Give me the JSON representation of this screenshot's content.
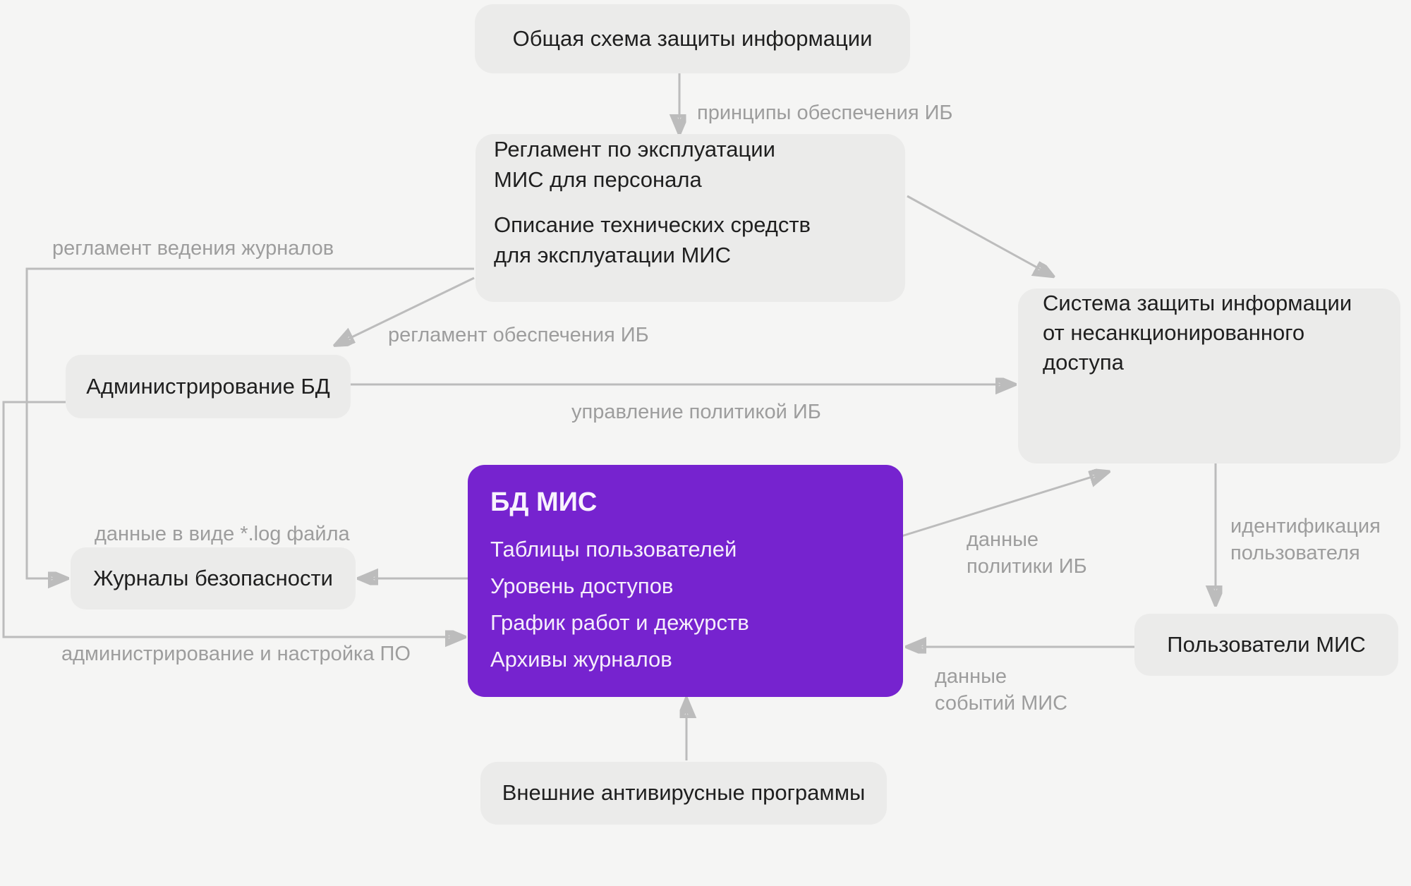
{
  "colors": {
    "background": "#f5f5f4",
    "node_background": "#ebebea",
    "accent_purple": "#7623cf",
    "accent_text": "#f5edfb",
    "edge_line": "#bcbcbc",
    "edge_label_text": "#9d9d9d",
    "node_text": "#1f1f1f"
  },
  "nodes": {
    "general": {
      "label": "Общая схема защиты информации"
    },
    "reglament": {
      "para1": [
        "Регламент по эксплуатации",
        "МИС для персонала"
      ],
      "para2": [
        "Описание технических средств",
        "для эксплуатации МИС"
      ]
    },
    "admin_db": {
      "label": "Администрирование БД"
    },
    "protection": {
      "lines": [
        "Система защиты информации",
        "от несанкционированного",
        "доступа"
      ]
    },
    "db_mis": {
      "title": "БД МИС",
      "items": [
        "Таблицы пользователей",
        "Уровень доступов",
        "График работ и дежурств",
        "Архивы журналов"
      ]
    },
    "logs": {
      "label": "Журналы безопасности"
    },
    "users": {
      "label": "Пользователи МИС"
    },
    "antivirus": {
      "label": "Внешние антивирусные программы"
    }
  },
  "edge_labels": {
    "principles": "принципы обеспечения ИБ",
    "journal_reglament": "регламент ведения журналов",
    "ib_reglament": "регламент обеспечения ИБ",
    "ib_policy_mgmt": "управление политикой ИБ",
    "log_file": "данные в виде *.log файла",
    "admin_setup": "администрирование и настройка ПО",
    "ib_policy_data": [
      "данные",
      "политики ИБ"
    ],
    "user_identification": [
      "идентификация",
      "пользователя"
    ],
    "mis_events": [
      "данные",
      "событий МИС"
    ]
  }
}
